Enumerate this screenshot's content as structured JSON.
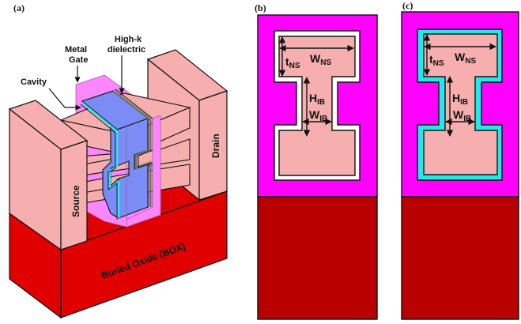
{
  "figure": {
    "panels": [
      {
        "id": "a",
        "label": "(a)",
        "annotations": {
          "metal_gate": [
            "Metal",
            "Gate"
          ],
          "high_k": [
            "High-k",
            "dielectric"
          ],
          "cavity": "Cavity",
          "source": "Source",
          "drain": "Drain",
          "box": "Buried Oxide (BOX)"
        }
      },
      {
        "id": "b",
        "label": "(b)",
        "dimensions": {
          "t_ns": {
            "main": "t",
            "sub": "NS"
          },
          "w_ns": {
            "main": "W",
            "sub": "NS"
          },
          "h_ib": {
            "main": "H",
            "sub": "IB"
          },
          "w_ib": {
            "main": "W",
            "sub": "IB"
          }
        },
        "liner": "cavity"
      },
      {
        "id": "c",
        "label": "(c)",
        "dimensions": {
          "t_ns": {
            "main": "t",
            "sub": "NS"
          },
          "w_ns": {
            "main": "W",
            "sub": "NS"
          },
          "h_ib": {
            "main": "H",
            "sub": "IB"
          },
          "w_ib": {
            "main": "W",
            "sub": "IB"
          }
        },
        "liner": "dielectric"
      }
    ]
  },
  "colors": {
    "silicon": "#f7aeae",
    "box_front": "#e00000",
    "box_side": "#b80000",
    "metal_gate_3d": "#fb87fb",
    "metal_gate_2d": "#ff00ff",
    "channel_gate": "#7b8cf7",
    "dielectric_3d": "#6b7a6b",
    "cavity_3d": "#33e6e6",
    "liner_cavity": "#ffffff",
    "liner_dielectric": "#22e8e8",
    "outline": "#111111"
  }
}
